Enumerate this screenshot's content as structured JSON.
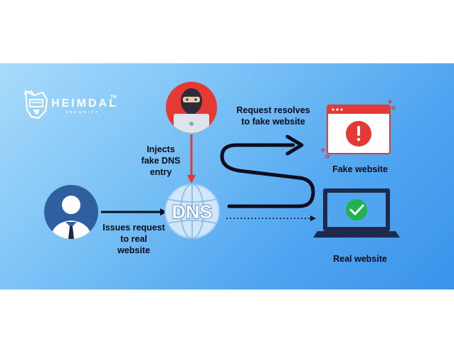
{
  "brand": {
    "name": "HEIMDAL",
    "trademark": "TM",
    "tagline": "SECURITY"
  },
  "diagram": {
    "dns_node_label": "DNS",
    "attacker_label": "Injects\nfake DNS\nentry",
    "user_label": "Issues request\nto real\nwebsite",
    "resolve_label": "Request resolves\nto fake website",
    "fake_site_label": "Fake website",
    "real_site_label": "Real website"
  },
  "colors": {
    "user_circle": "#2f5f9f",
    "attacker_circle": "#e53935",
    "fake_site_red": "#e53935",
    "real_site_navy": "#1e2a4a",
    "check_green": "#22b14c",
    "arrow_dark": "#0d0d1e",
    "attacker_arrow": "#e53935",
    "dns_globe": "#cfe6fb"
  }
}
